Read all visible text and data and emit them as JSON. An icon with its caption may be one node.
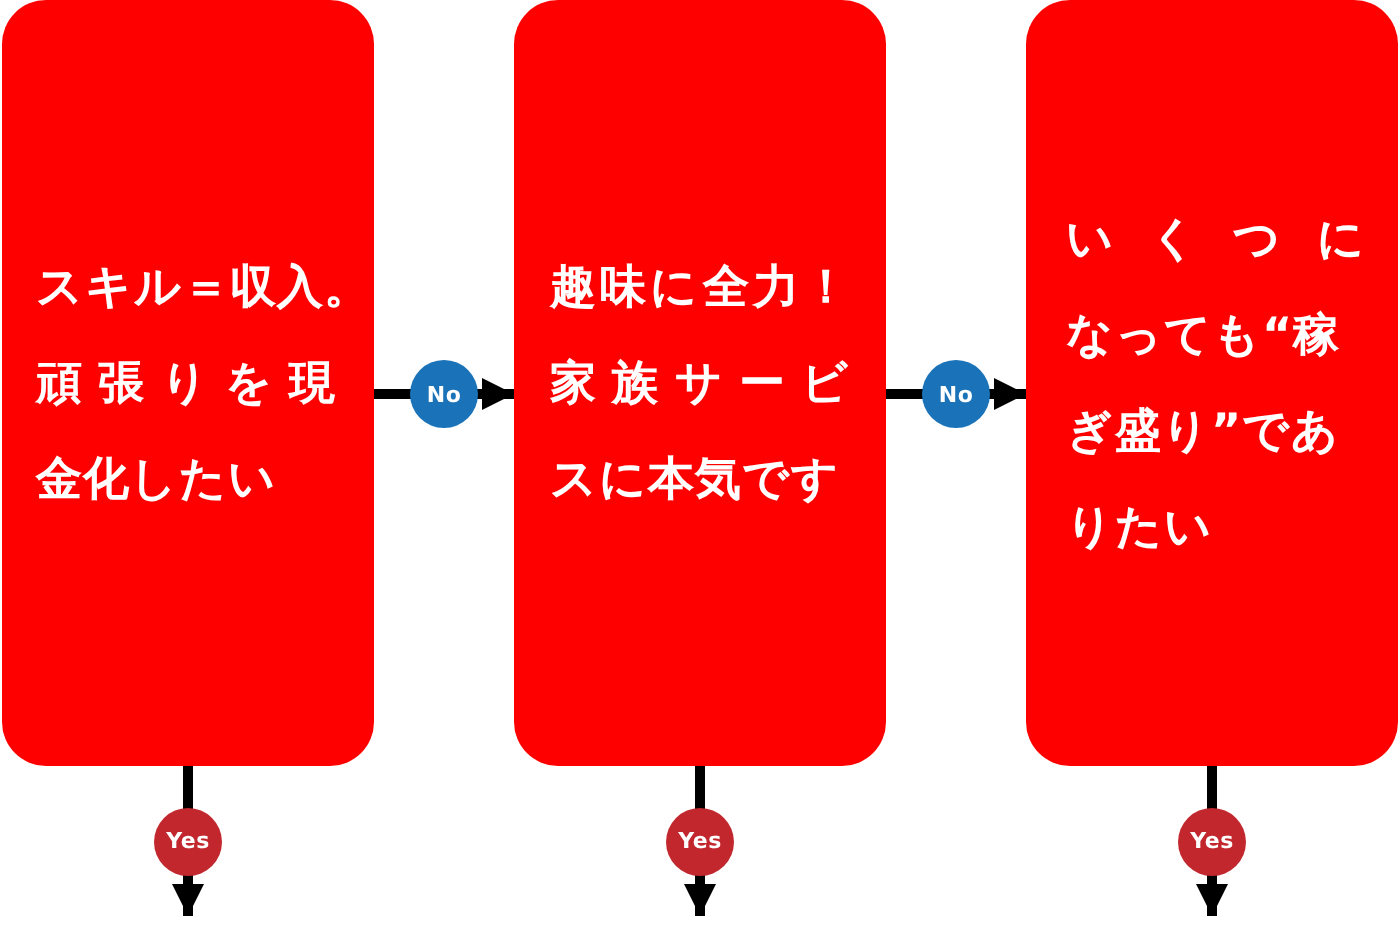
{
  "diagram": {
    "nodes": [
      {
        "text": [
          "スキル＝収入。頑張りを現金化したい"
        ]
      },
      {
        "text": [
          "趣味に全力！家族サービスに本気です"
        ]
      },
      {
        "text": [
          "いくつになっても“稼ぎ盛り”でありたい"
        ]
      }
    ],
    "edges": [
      {
        "from": 0,
        "to": 1,
        "arrow": "to",
        "label": "No"
      },
      {
        "from": 1,
        "to": 2,
        "arrow": "to",
        "label": "No"
      },
      {
        "from": 0,
        "to": null,
        "arrow": "to",
        "label": "Yes"
      },
      {
        "from": 1,
        "to": null,
        "arrow": "to",
        "label": "Yes"
      },
      {
        "from": 2,
        "to": null,
        "arrow": "to",
        "label": "Yes"
      }
    ]
  }
}
